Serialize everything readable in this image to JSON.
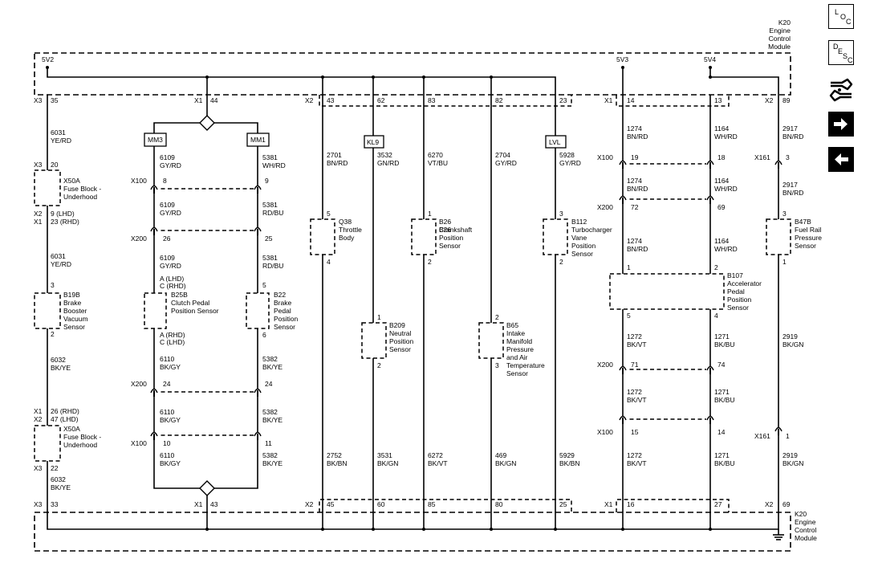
{
  "toolbar": {
    "loc": [
      "L",
      "O",
      "C"
    ],
    "desc": [
      "D",
      "E",
      "S",
      "C"
    ]
  },
  "module_top": [
    "K20",
    "Engine",
    "Control",
    "Module"
  ],
  "module_bottom": [
    "K20",
    "Engine",
    "Control",
    "Module"
  ],
  "supplies": {
    "v2": "5V2",
    "v3": "5V3",
    "v4": "5V4"
  },
  "top_pins": [
    {
      "conn": "X3",
      "pin": "35"
    },
    {
      "conn": "X1",
      "pin": "44"
    },
    {
      "conn": "X2",
      "pin": "43"
    },
    {
      "conn": "",
      "pin": "62"
    },
    {
      "conn": "",
      "pin": "83"
    },
    {
      "conn": "",
      "pin": "82"
    },
    {
      "conn": "",
      "pin": "23"
    },
    {
      "conn": "X1",
      "pin": "14"
    },
    {
      "conn": "",
      "pin": "13"
    },
    {
      "conn": "X2",
      "pin": "89"
    }
  ],
  "bottom_pins": [
    {
      "conn": "X3",
      "pin": "33"
    },
    {
      "conn": "X1",
      "pin": "43"
    },
    {
      "conn": "X2",
      "pin": "45"
    },
    {
      "conn": "",
      "pin": "60"
    },
    {
      "conn": "",
      "pin": "85"
    },
    {
      "conn": "",
      "pin": "80"
    },
    {
      "conn": "",
      "pin": "25"
    },
    {
      "conn": "X1",
      "pin": "16"
    },
    {
      "conn": "",
      "pin": "27"
    },
    {
      "conn": "X2",
      "pin": "69"
    }
  ],
  "tags": [
    "MM3",
    "MM1",
    "KL9",
    "LVL"
  ],
  "wires": {
    "w1": {
      "a": [
        "6031",
        "YE/RD"
      ],
      "b": [
        "6031",
        "YE/RD"
      ],
      "c": [
        "6032",
        "BK/YE"
      ],
      "d": [
        "6032",
        "BK/YE"
      ]
    },
    "w2": {
      "a": [
        "6109",
        "GY/RD"
      ],
      "b": [
        "6109",
        "GY/RD"
      ],
      "c": [
        "6109",
        "GY/RD"
      ],
      "d": [
        "6110",
        "BK/GY"
      ],
      "e": [
        "6110",
        "BK/GY"
      ],
      "f": [
        "6110",
        "BK/GY"
      ]
    },
    "w3": {
      "a": [
        "5381",
        "WH/RD"
      ],
      "b": [
        "5381",
        "RD/BU"
      ],
      "c": [
        "5381",
        "RD/BU"
      ],
      "d": [
        "5382",
        "BK/YE"
      ],
      "e": [
        "5382",
        "BK/YE"
      ],
      "f": [
        "5382",
        "BK/YE"
      ]
    },
    "w4": {
      "a": [
        "2701",
        "BN/RD"
      ],
      "b": [
        "2752",
        "BK/BN"
      ]
    },
    "w5": {
      "a": [
        "3532",
        "GN/RD"
      ],
      "b": [
        "3531",
        "BK/GN"
      ]
    },
    "w6": {
      "a": [
        "6270",
        "VT/BU"
      ],
      "b": [
        "6272",
        "BK/VT"
      ]
    },
    "w7": {
      "a": [
        "2704",
        "GY/RD"
      ],
      "b": [
        "469",
        "BK/GN"
      ]
    },
    "w8": {
      "a": [
        "5928",
        "GY/RD"
      ],
      "b": [
        "5929",
        "BK/BN"
      ]
    },
    "w9": {
      "a": [
        "1274",
        "BN/RD"
      ],
      "b": [
        "1274",
        "BN/RD"
      ],
      "c": [
        "1274",
        "BN/RD"
      ],
      "d": [
        "1272",
        "BK/VT"
      ],
      "e": [
        "1272",
        "BK/VT"
      ],
      "f": [
        "1272",
        "BK/VT"
      ]
    },
    "w10": {
      "a": [
        "1164",
        "WH/RD"
      ],
      "b": [
        "1164",
        "WH/RD"
      ],
      "c": [
        "1164",
        "WH/RD"
      ],
      "d": [
        "1271",
        "BK/BU"
      ],
      "e": [
        "1271",
        "BK/BU"
      ],
      "f": [
        "1271",
        "BK/BU"
      ]
    },
    "w11": {
      "a": [
        "2917",
        "BN/RD"
      ],
      "b": [
        "2917",
        "BN/RD"
      ],
      "c": [
        "2919",
        "BK/GN"
      ],
      "d": [
        "2919",
        "BK/GN"
      ]
    }
  },
  "inline": {
    "x100_top": {
      "label": "X100",
      "p1": "8",
      "p2": "9"
    },
    "x200_top": {
      "label": "X200",
      "p1": "26",
      "p2": "25"
    },
    "x200_bot": {
      "label": "X200",
      "p1": "24",
      "p2": "24"
    },
    "x100_bot": {
      "label": "X100",
      "p1": "10",
      "p2": "11"
    },
    "x100_r_top": {
      "label": "X100",
      "p1": "19",
      "p2": "18"
    },
    "x200_r_top": {
      "label": "X200",
      "p1": "72",
      "p2": "69"
    },
    "x200_r_bot": {
      "label": "X200",
      "p1": "71",
      "p2": "74"
    },
    "x100_r_bot": {
      "label": "X100",
      "p1": "15",
      "p2": "14"
    },
    "x161_top": {
      "label": "X161",
      "p1": "3"
    },
    "x161_bot": {
      "label": "X161",
      "p1": "1"
    }
  },
  "fuse_top": {
    "in_conn": "X3",
    "in_pin": "20",
    "name": [
      "X50A",
      "Fuse Block -",
      "Underhood"
    ],
    "out1": [
      "X2",
      "9 (LHD)"
    ],
    "out2": [
      "X1",
      "23 (RHD)"
    ]
  },
  "fuse_bot": {
    "in1": [
      "X1",
      "26 (RHD)"
    ],
    "in2": [
      "X2",
      "47 (LHD)"
    ],
    "name": [
      "X50A",
      "Fuse Block -",
      "Underhood"
    ],
    "out_conn": "X3",
    "out_pin": "22"
  },
  "components": {
    "b19b": {
      "name": [
        "B19B",
        "Brake",
        "Booster",
        "Vacuum",
        "Sensor"
      ],
      "p_top": "3",
      "p_bot": "2"
    },
    "b25b": {
      "name": [
        "B25B",
        "Clutch Pedal",
        "Position Sensor"
      ],
      "p_top": [
        "A  (LHD)",
        "C  (RHD)"
      ],
      "p_bot": [
        "A  (RHD)",
        "C  (LHD)"
      ]
    },
    "b22": {
      "name": [
        "B22",
        "Brake",
        "Pedal",
        "Position",
        "Sensor"
      ],
      "p_top": "5",
      "p_bot": "6"
    },
    "q38": {
      "name": [
        "Q38",
        "Throttle",
        "Body"
      ],
      "p_top": "5",
      "p_bot": "4"
    },
    "b209": {
      "name": [
        "B209",
        "Neutral",
        "Position",
        "Sensor"
      ],
      "p_top": "1",
      "p_bot": "2"
    },
    "b26": {
      "name": [
        "B26",
        "Crankshaft",
        "Position",
        "Sensor"
      ],
      "p_top": "1",
      "p_bot": "2"
    },
    "b65": {
      "name": [
        "B65",
        "Intake",
        "Manifold",
        "Pressure",
        "and Air",
        "Temperature",
        "Sensor"
      ],
      "p_top": "2",
      "p_bot": "3"
    },
    "b112": {
      "name": [
        "B112",
        "Turbocharger",
        "Vane",
        "Position",
        "Sensor"
      ],
      "p_top": "3",
      "p_bot": "2"
    },
    "b107": {
      "name": [
        "B107",
        "Accelerator",
        "Pedal",
        "Position",
        "Sensor"
      ],
      "p1": "1",
      "p2": "2",
      "p5": "5",
      "p4": "4"
    },
    "b47b": {
      "name": [
        "B47B",
        "Fuel Rail",
        "Pressure",
        "Sensor"
      ],
      "p_top": "3",
      "p_bot": "1"
    }
  }
}
